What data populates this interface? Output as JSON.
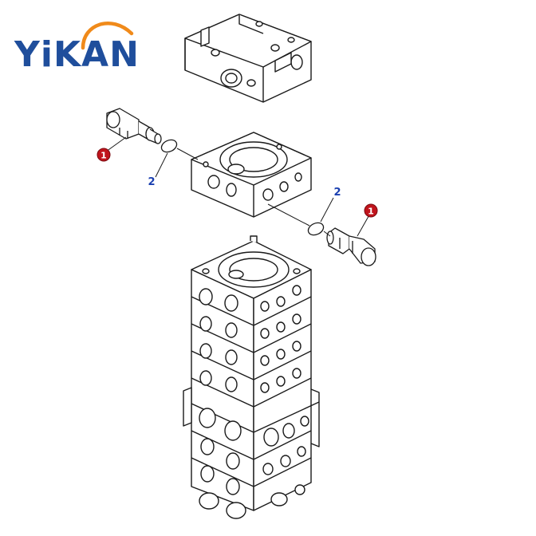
{
  "logo": {
    "text": "YiKAN",
    "text_color": "#1f4e9c",
    "arc_color": "#f08a1a"
  },
  "callouts": [
    {
      "label": "1",
      "style": "badge"
    },
    {
      "label": "2",
      "style": "plain"
    },
    {
      "label": "2",
      "style": "plain"
    },
    {
      "label": "1",
      "style": "badge"
    }
  ],
  "colors": {
    "line": "#1a1a1a",
    "badge_fill": "#c0141c",
    "plain_label": "#1a3fb0"
  }
}
